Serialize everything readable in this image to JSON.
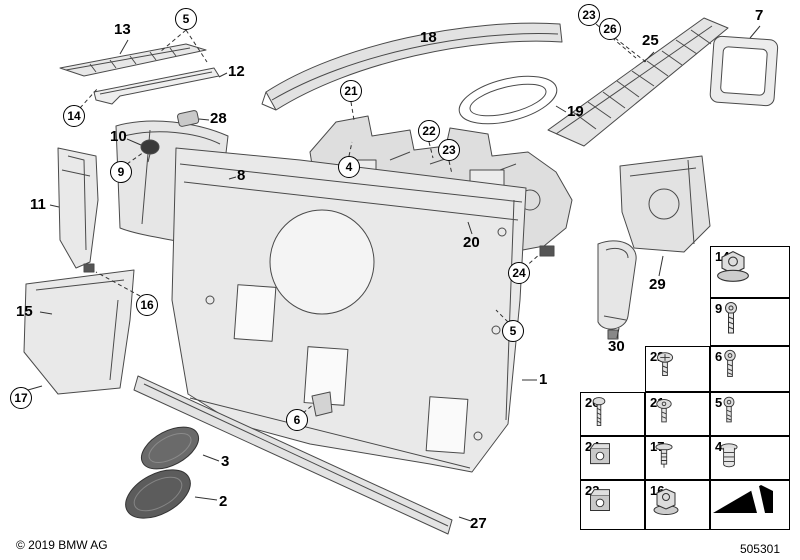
{
  "meta": {
    "copyright": "© 2019 BMW AG",
    "diagram_number": "505301"
  },
  "callouts": {
    "plain": [
      {
        "label": "13"
      },
      {
        "label": "12"
      },
      {
        "label": "10"
      },
      {
        "label": "28"
      },
      {
        "label": "8"
      },
      {
        "label": "11"
      },
      {
        "label": "15"
      },
      {
        "label": "18"
      },
      {
        "label": "19"
      },
      {
        "label": "20"
      },
      {
        "label": "25"
      },
      {
        "label": "7"
      },
      {
        "label": "29"
      },
      {
        "label": "30"
      },
      {
        "label": "1"
      },
      {
        "label": "2"
      },
      {
        "label": "3"
      },
      {
        "label": "27"
      }
    ],
    "circled": [
      {
        "label": "5"
      },
      {
        "label": "14"
      },
      {
        "label": "9"
      },
      {
        "label": "16"
      },
      {
        "label": "17"
      },
      {
        "label": "21"
      },
      {
        "label": "4"
      },
      {
        "label": "22"
      },
      {
        "label": "23"
      },
      {
        "label": "24"
      },
      {
        "label": "5"
      },
      {
        "label": "6"
      },
      {
        "label": "23"
      },
      {
        "label": "26"
      }
    ]
  },
  "fasteners": {
    "cells": [
      {
        "label": "14",
        "icon": "flange-nut-icon"
      },
      {
        "label": "9",
        "icon": "torx-screw-icon"
      },
      {
        "label": "22",
        "icon": "pan-head-screw-icon"
      },
      {
        "label": "6",
        "icon": "torx-screw-icon"
      },
      {
        "label": "26",
        "icon": "long-screw-icon"
      },
      {
        "label": "21",
        "icon": "pan-head-screw-icon"
      },
      {
        "label": "5",
        "icon": "torx-screw-icon"
      },
      {
        "label": "24",
        "icon": "clip-nut-icon"
      },
      {
        "label": "17",
        "icon": "expanding-rivet-icon"
      },
      {
        "label": "4",
        "icon": "threaded-sleeve-icon"
      },
      {
        "label": "23",
        "icon": "clip-nut-icon"
      },
      {
        "label": "16",
        "icon": "plastic-nut-icon"
      }
    ]
  }
}
